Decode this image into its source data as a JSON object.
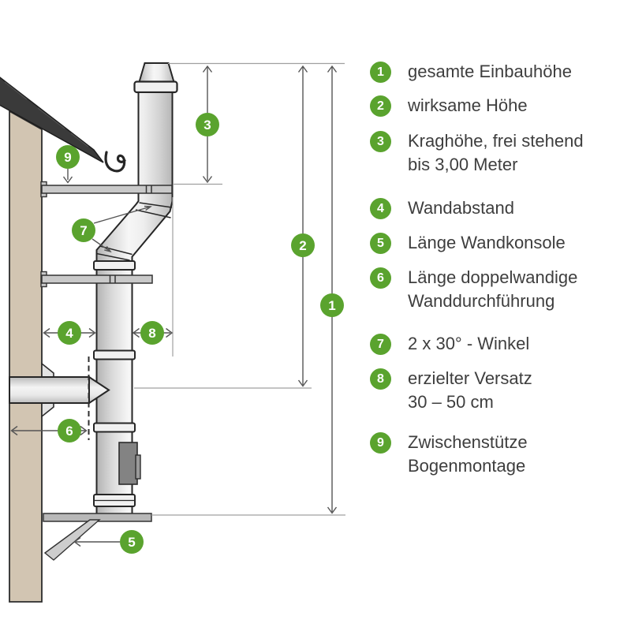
{
  "colors": {
    "badge_green": "#5aa32e",
    "wall_beige": "#d2c5b2",
    "roof_dark": "#3a3a3a",
    "text_gray": "#3e3e3e"
  },
  "legend": {
    "items": [
      {
        "num": "1",
        "label": "gesamte Einbauhöhe"
      },
      {
        "num": "2",
        "label": "wirksame Höhe"
      },
      {
        "num": "3",
        "label": "Kraghöhe, frei stehend\nbis 3,00 Meter"
      },
      {
        "num": "4",
        "label": "Wandabstand"
      },
      {
        "num": "5",
        "label": "Länge Wandkonsole"
      },
      {
        "num": "6",
        "label": "Länge doppelwandige\nWanddurchführung"
      },
      {
        "num": "7",
        "label": "2 x 30° - Winkel"
      },
      {
        "num": "8",
        "label": "erzielter Versatz\n30 – 50 cm"
      },
      {
        "num": "9",
        "label": "Zwischenstütze\nBogenmontage"
      }
    ]
  },
  "diagram": {
    "badges": [
      {
        "label": "1"
      },
      {
        "label": "2"
      },
      {
        "label": "3"
      },
      {
        "label": "4"
      },
      {
        "label": "5"
      },
      {
        "label": "6"
      },
      {
        "label": "7"
      },
      {
        "label": "8"
      },
      {
        "label": "9"
      }
    ]
  }
}
